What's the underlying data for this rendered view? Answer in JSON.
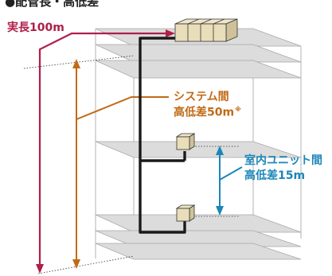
{
  "title": "●配管長・高低差",
  "labels": {
    "actual_length": "実長100m",
    "system_line1": "システム間",
    "system_line2": "高低差50m",
    "system_note": "※",
    "indoor_line1": "室内ユニット間",
    "indoor_line2": "高低差15m"
  },
  "colors": {
    "length": "#b01e4a",
    "system_height": "#c06a17",
    "indoor_height": "#1b86b9",
    "pipe": "#1a1a1a",
    "floor": "#dcdcdc"
  }
}
